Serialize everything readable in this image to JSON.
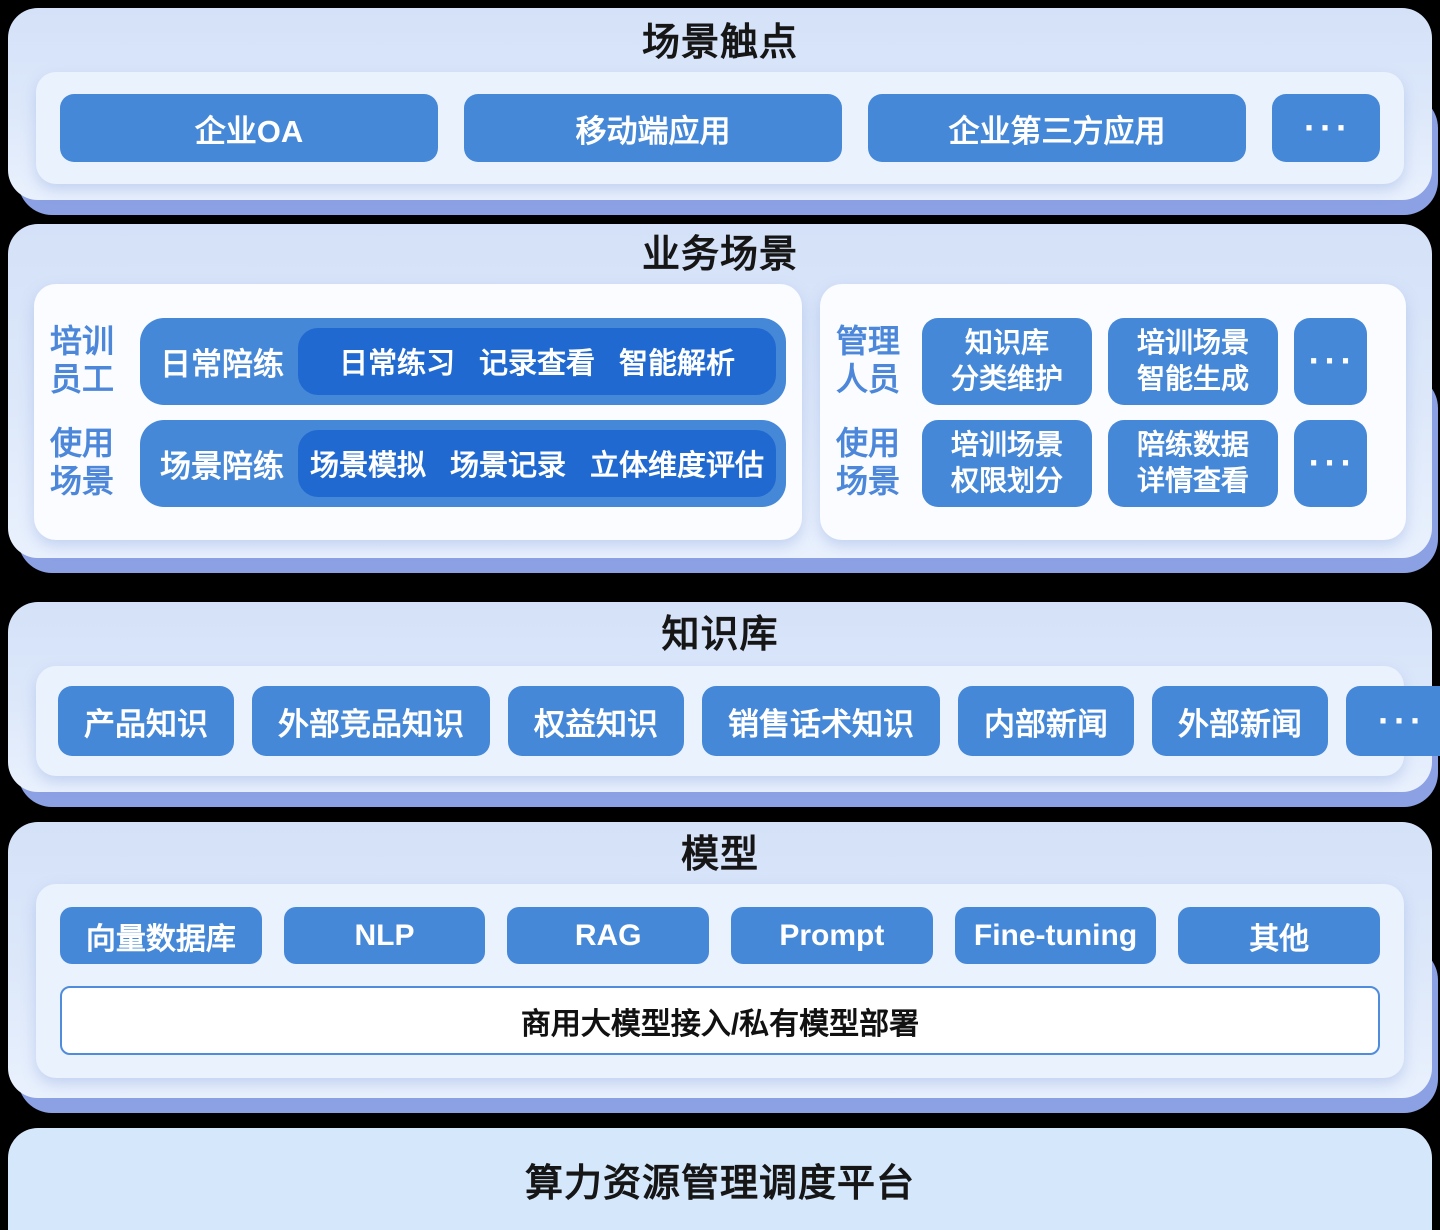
{
  "colors": {
    "accent_blue": "#4688d8",
    "deep_blue": "#2069d0",
    "label_blue": "#4c87d9",
    "shadow_periwinkle": "#8ca0e4",
    "section_bg_top": "#d4e1f8",
    "section_bg_bottom": "#e9f1fd",
    "panel_bg": "#eaf2fd",
    "card_bg": "#fafcff",
    "platform_bg": "#d5e7fa",
    "title_text": "#161616"
  },
  "sections": {
    "touchpoints": {
      "title": "场景触点",
      "buttons": [
        "企业OA",
        "移动端应用",
        "企业第三方应用"
      ],
      "more": "···"
    },
    "business": {
      "title": "业务场景",
      "left_card": {
        "rows": [
          {
            "label": [
              "培训",
              "员工"
            ],
            "pill_label": "日常陪练",
            "items": [
              "日常练习",
              "记录查看",
              "智能解析"
            ]
          },
          {
            "label": [
              "使用",
              "场景"
            ],
            "pill_label": "场景陪练",
            "items": [
              "场景模拟",
              "场景记录",
              "立体维度评估"
            ]
          }
        ]
      },
      "right_card": {
        "rows": [
          {
            "label": [
              "管理",
              "人员"
            ],
            "buttons": [
              {
                "line1": "知识库",
                "line2": "分类维护"
              },
              {
                "line1": "培训场景",
                "line2": "智能生成"
              }
            ],
            "more": "···"
          },
          {
            "label": [
              "使用",
              "场景"
            ],
            "buttons": [
              {
                "line1": "培训场景",
                "line2": "权限划分"
              },
              {
                "line1": "陪练数据",
                "line2": "详情查看"
              }
            ],
            "more": "···"
          }
        ]
      }
    },
    "knowledge": {
      "title": "知识库",
      "buttons": [
        "产品知识",
        "外部竞品知识",
        "权益知识",
        "销售话术知识",
        "内部新闻",
        "外部新闻"
      ],
      "more": "···"
    },
    "model": {
      "title": "模型",
      "buttons": [
        "向量数据库",
        "NLP",
        "RAG",
        "Prompt",
        "Fine-tuning",
        "其他"
      ],
      "bar": "商用大模型接入/私有模型部署"
    },
    "platform": {
      "title": "算力资源管理调度平台"
    }
  }
}
